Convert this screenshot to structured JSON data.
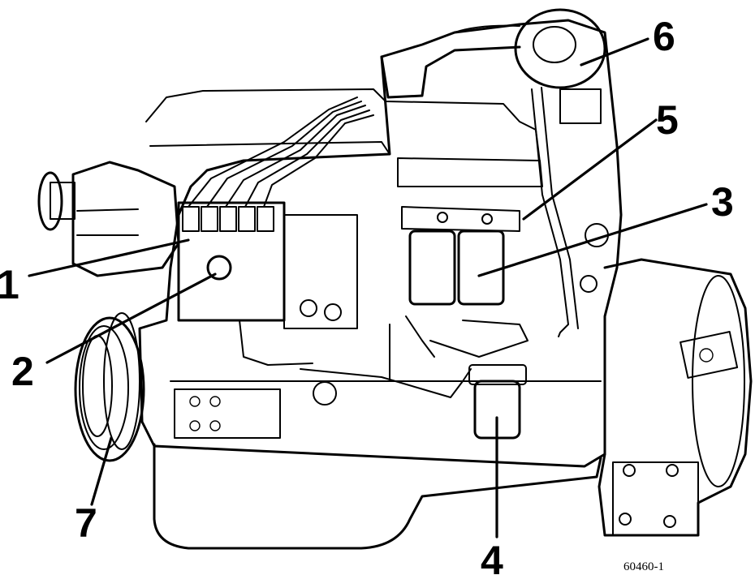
{
  "figure_number": "60460-1",
  "callouts": [
    {
      "label": "1"
    },
    {
      "label": "2"
    },
    {
      "label": "3"
    },
    {
      "label": "4"
    },
    {
      "label": "5"
    },
    {
      "label": "6"
    },
    {
      "label": "7"
    }
  ]
}
